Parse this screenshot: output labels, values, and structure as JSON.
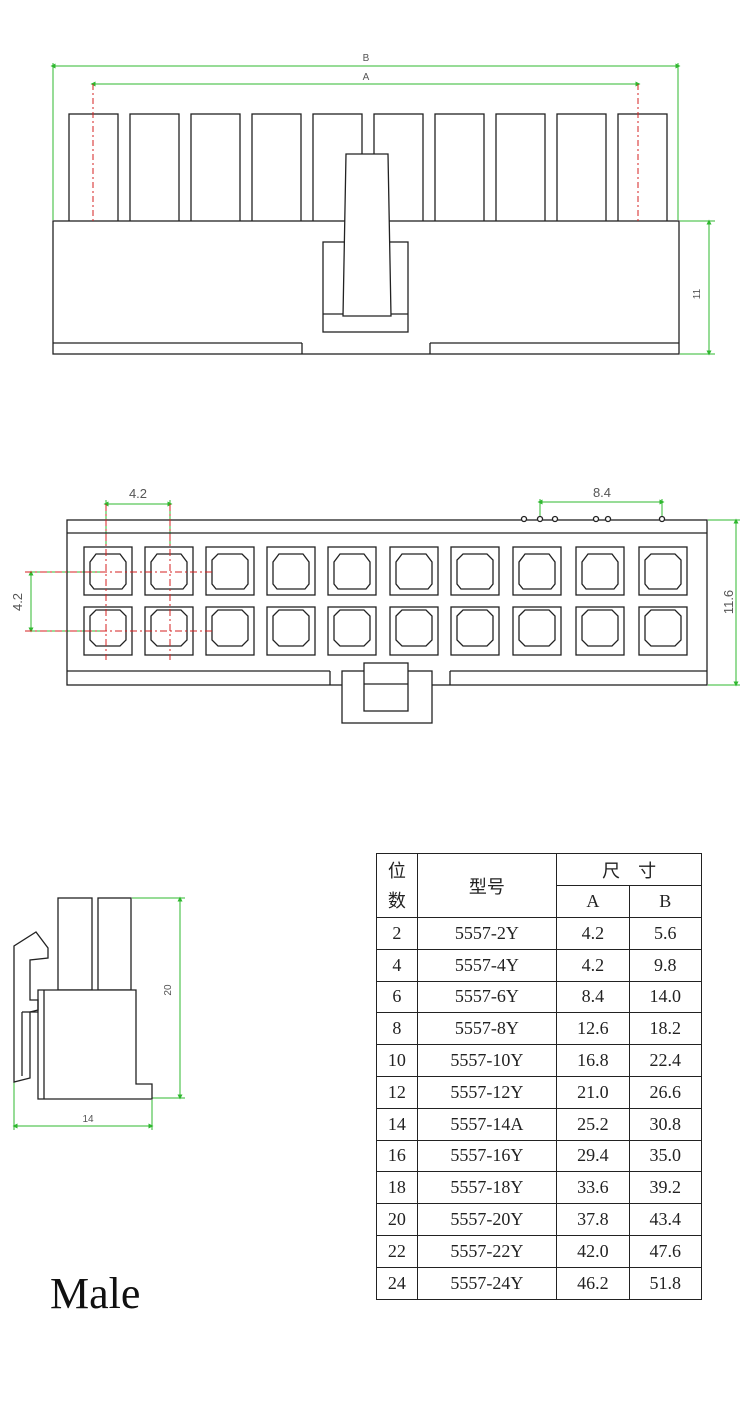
{
  "dimensions": {
    "top_view": {
      "overall": "B",
      "pitch_span": "A",
      "height": "11"
    },
    "bottom_view": {
      "pitch_h": "4.2",
      "pitch_v": "4.2",
      "latch_span": "8.4",
      "depth": "11.6"
    },
    "side_view": {
      "height": "20",
      "width": "14"
    }
  },
  "table": {
    "header": {
      "positions": "位\n数",
      "positions_line1": "位",
      "positions_line2": "数",
      "model": "型号",
      "size": "尺　寸",
      "col_a": "A",
      "col_b": "B"
    },
    "rows": [
      {
        "pos": "2",
        "model": "5557-2Y",
        "a": "4.2",
        "b": "5.6"
      },
      {
        "pos": "4",
        "model": "5557-4Y",
        "a": "4.2",
        "b": "9.8"
      },
      {
        "pos": "6",
        "model": "5557-6Y",
        "a": "8.4",
        "b": "14.0"
      },
      {
        "pos": "8",
        "model": "5557-8Y",
        "a": "12.6",
        "b": "18.2"
      },
      {
        "pos": "10",
        "model": "5557-10Y",
        "a": "16.8",
        "b": "22.4"
      },
      {
        "pos": "12",
        "model": "5557-12Y",
        "a": "21.0",
        "b": "26.6"
      },
      {
        "pos": "14",
        "model": "5557-14A",
        "a": "25.2",
        "b": "30.8"
      },
      {
        "pos": "16",
        "model": "5557-16Y",
        "a": "29.4",
        "b": "35.0"
      },
      {
        "pos": "18",
        "model": "5557-18Y",
        "a": "33.6",
        "b": "39.2"
      },
      {
        "pos": "20",
        "model": "5557-20Y",
        "a": "37.8",
        "b": "43.4"
      },
      {
        "pos": "22",
        "model": "5557-22Y",
        "a": "42.0",
        "b": "47.6"
      },
      {
        "pos": "24",
        "model": "5557-24Y",
        "a": "46.2",
        "b": "51.8"
      }
    ]
  },
  "label": "Male",
  "colors": {
    "dimension_line": "#2fb82f",
    "centerline": "#d42020",
    "outline": "#222222"
  }
}
